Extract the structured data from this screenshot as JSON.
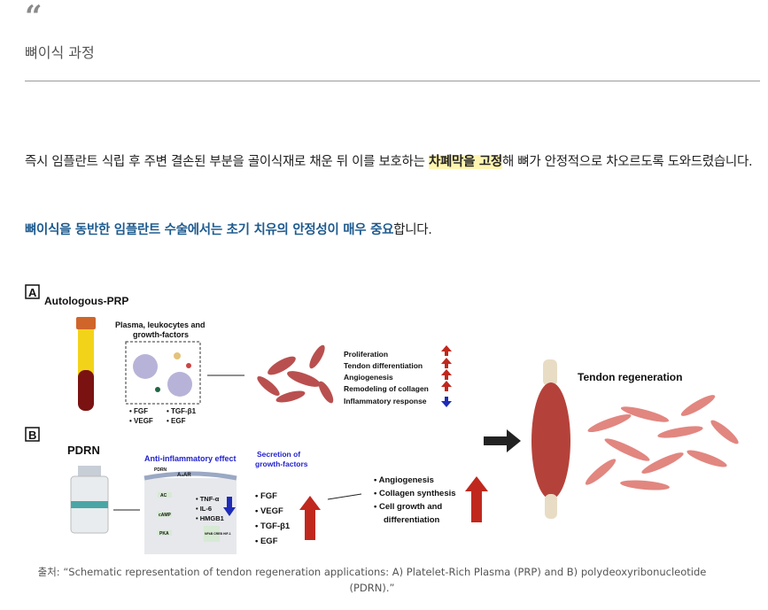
{
  "quote": {
    "icon": "quote-icon",
    "title": "뼈이식 과정"
  },
  "paragraph1": {
    "before": "즉시 임플란트 식립 후 주변 결손된 부분을 골이식재로 채운 뒤 이를 보호하는 ",
    "highlight": "차폐막을 고정",
    "after": "해 뼈가 안정적으로 차오르도록 도와드렸습니다."
  },
  "paragraph2": {
    "emphasis": "뼈이식을 동반한 임플란트 수술에서는 초기 치유의 안정성이 매우 중요",
    "rest": "합니다."
  },
  "figure": {
    "panel_a": {
      "label": "A",
      "title": "Autologous-PRP",
      "plasma": "Plasma, leukocytes and",
      "plasma2": "growth-factors",
      "factors": [
        "• FGF",
        "• TGF-β1",
        "• VEGF",
        "• EGF"
      ],
      "effects": [
        {
          "text": "Proliferation",
          "dir": "up"
        },
        {
          "text": "Tendon differentiation",
          "dir": "up"
        },
        {
          "text": "Angiogenesis",
          "dir": "up"
        },
        {
          "text": "Remodeling of collagen",
          "dir": "up"
        },
        {
          "text": "Inflammatory response",
          "dir": "down"
        }
      ]
    },
    "panel_b": {
      "label": "B",
      "title": "PDRN",
      "anti": "Anti-inflammatory effect",
      "pdrn_small": "PDRN",
      "receptor": "A₂AR",
      "pathway": [
        "AC",
        "cAMP",
        "PKA"
      ],
      "nucleus": "NFkB CREB HIF-1",
      "cytokines": [
        "• TNF-α",
        "• IL-6",
        "• HMGB1"
      ],
      "secretion": "Secretion of",
      "secretion2": "growth-factors",
      "gf": [
        "• FGF",
        "• VEGF",
        "• TGF-β1",
        "• EGF"
      ],
      "effects": [
        "• Angiogenesis",
        "• Collagen synthesis",
        "• Cell growth and",
        "differentiation"
      ]
    },
    "result": "Tendon regeneration",
    "colors": {
      "up": "#c0281e",
      "down": "#1f2bb8",
      "accent_blue": "#2222cc"
    }
  },
  "caption": "출처: “Schematic representation of tendon regeneration applications: A) Platelet-Rich Plasma (PRP) and B) polydeoxyribonucleotide (PDRN).”"
}
